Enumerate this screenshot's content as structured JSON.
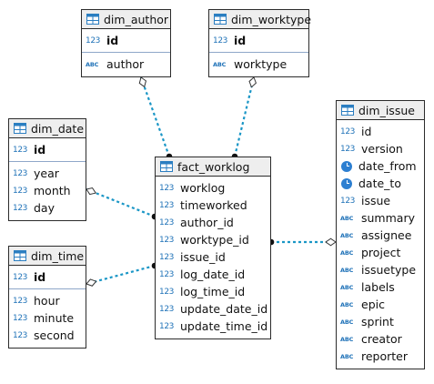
{
  "entities": [
    {
      "id": "dim_author",
      "name": "dim_author",
      "pk": {
        "type": "123",
        "name": "id"
      },
      "columns": [
        {
          "type": "ABC",
          "name": "author"
        }
      ]
    },
    {
      "id": "dim_worktype",
      "name": "dim_worktype",
      "pk": {
        "type": "123",
        "name": "id"
      },
      "columns": [
        {
          "type": "ABC",
          "name": "worktype"
        }
      ]
    },
    {
      "id": "dim_date",
      "name": "dim_date",
      "pk": {
        "type": "123",
        "name": "id"
      },
      "columns": [
        {
          "type": "123",
          "name": "year"
        },
        {
          "type": "123",
          "name": "month"
        },
        {
          "type": "123",
          "name": "day"
        }
      ]
    },
    {
      "id": "dim_time",
      "name": "dim_time",
      "pk": {
        "type": "123",
        "name": "id"
      },
      "columns": [
        {
          "type": "123",
          "name": "hour"
        },
        {
          "type": "123",
          "name": "minute"
        },
        {
          "type": "123",
          "name": "second"
        }
      ]
    },
    {
      "id": "fact_worklog",
      "name": "fact_worklog",
      "pk": null,
      "columns": [
        {
          "type": "123",
          "name": "worklog"
        },
        {
          "type": "123",
          "name": "timeworked"
        },
        {
          "type": "123",
          "name": "author_id"
        },
        {
          "type": "123",
          "name": "worktype_id"
        },
        {
          "type": "123",
          "name": "issue_id"
        },
        {
          "type": "123",
          "name": "log_date_id"
        },
        {
          "type": "123",
          "name": "log_time_id"
        },
        {
          "type": "123",
          "name": "update_date_id"
        },
        {
          "type": "123",
          "name": "update_time_id"
        }
      ]
    },
    {
      "id": "dim_issue",
      "name": "dim_issue",
      "pk": null,
      "columns": [
        {
          "type": "123",
          "name": "id"
        },
        {
          "type": "123",
          "name": "version"
        },
        {
          "type": "clock",
          "name": "date_from"
        },
        {
          "type": "clock",
          "name": "date_to"
        },
        {
          "type": "123",
          "name": "issue"
        },
        {
          "type": "ABC",
          "name": "summary"
        },
        {
          "type": "ABC",
          "name": "assignee"
        },
        {
          "type": "ABC",
          "name": "project"
        },
        {
          "type": "ABC",
          "name": "issuetype"
        },
        {
          "type": "ABC",
          "name": "labels"
        },
        {
          "type": "ABC",
          "name": "epic"
        },
        {
          "type": "ABC",
          "name": "sprint"
        },
        {
          "type": "ABC",
          "name": "creator"
        },
        {
          "type": "ABC",
          "name": "reporter"
        }
      ]
    }
  ],
  "relationships": [
    {
      "from": "fact_worklog",
      "to": "dim_author"
    },
    {
      "from": "fact_worklog",
      "to": "dim_worktype"
    },
    {
      "from": "fact_worklog",
      "to": "dim_date"
    },
    {
      "from": "fact_worklog",
      "to": "dim_time"
    },
    {
      "from": "fact_worklog",
      "to": "dim_issue"
    }
  ],
  "colors": {
    "link": "#1a96c6",
    "border": "#2b2b2b",
    "header_bg": "#eeeeee",
    "icon": "#1f72b8",
    "pk_divider": "#8fa7c9"
  }
}
